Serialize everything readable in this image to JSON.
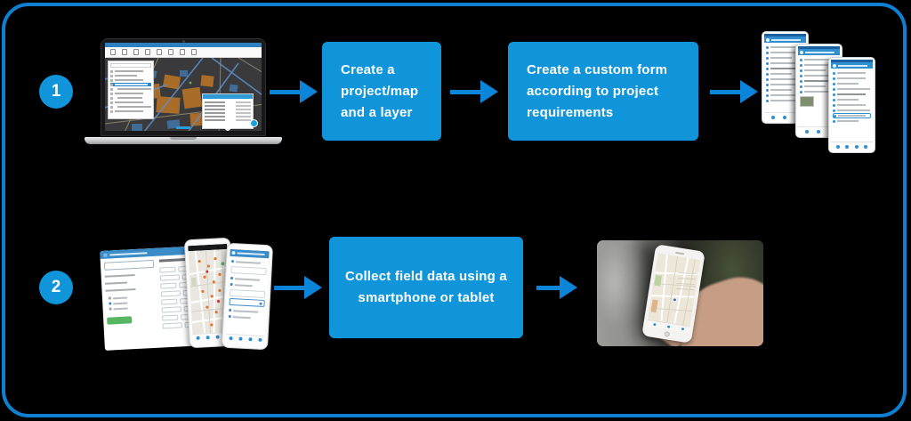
{
  "colors": {
    "background": "#000000",
    "frame_border": "#0d80d4",
    "accent": "#1095db",
    "arrow": "#0a85d9"
  },
  "steps": [
    {
      "number": "1"
    },
    {
      "number": "2"
    }
  ],
  "boxes": {
    "create_project": "Create a project/map and a layer",
    "create_form": "Create a custom form according to project requirements",
    "collect_data": "Collect field data using a smartphone or tablet"
  }
}
